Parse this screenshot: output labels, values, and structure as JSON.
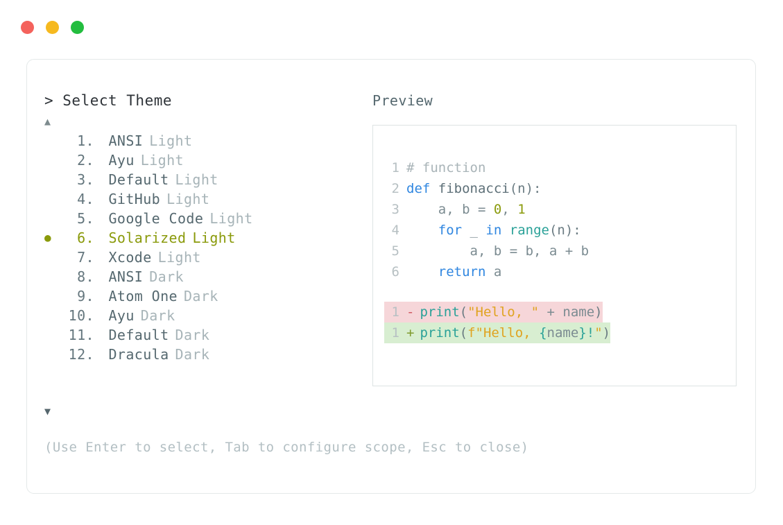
{
  "window": {
    "buttons": [
      {
        "name": "close",
        "color": "#f4625c"
      },
      {
        "name": "minimize",
        "color": "#f6b91f"
      },
      {
        "name": "maximize",
        "color": "#23bd3f"
      }
    ]
  },
  "picker": {
    "prompt": "> Select Theme",
    "scroll_up_glyph": "▲",
    "scroll_down_glyph": "▼",
    "selected_index": 6,
    "selected_bullet": "●",
    "accent_color": "#8a9a0b",
    "items": [
      {
        "number": "1.",
        "name": "ANSI",
        "variant": "Light",
        "selected": false
      },
      {
        "number": "2.",
        "name": "Ayu",
        "variant": "Light",
        "selected": false
      },
      {
        "number": "3.",
        "name": "Default",
        "variant": "Light",
        "selected": false
      },
      {
        "number": "4.",
        "name": "GitHub",
        "variant": "Light",
        "selected": false
      },
      {
        "number": "5.",
        "name": "Google Code",
        "variant": "Light",
        "selected": false
      },
      {
        "number": "6.",
        "name": "Solarized",
        "variant": "Light",
        "selected": true
      },
      {
        "number": "7.",
        "name": "Xcode",
        "variant": "Light",
        "selected": false
      },
      {
        "number": "8.",
        "name": "ANSI",
        "variant": "Dark",
        "selected": false
      },
      {
        "number": "9.",
        "name": "Atom One",
        "variant": "Dark",
        "selected": false
      },
      {
        "number": "10.",
        "name": "Ayu",
        "variant": "Dark",
        "selected": false
      },
      {
        "number": "11.",
        "name": "Default",
        "variant": "Dark",
        "selected": false
      },
      {
        "number": "12.",
        "name": "Dracula",
        "variant": "Dark",
        "selected": false
      }
    ]
  },
  "preview": {
    "label": "Preview",
    "code": [
      {
        "ln": "1",
        "tokens": [
          {
            "t": "# function",
            "c": "comment"
          }
        ]
      },
      {
        "ln": "2",
        "tokens": [
          {
            "t": "def ",
            "c": "kw"
          },
          {
            "t": "fibonacci",
            "c": "fn"
          },
          {
            "t": "(n):",
            "c": "punct"
          }
        ]
      },
      {
        "ln": "3",
        "tokens": [
          {
            "t": "    a, b = ",
            "c": "plain"
          },
          {
            "t": "0",
            "c": "num"
          },
          {
            "t": ", ",
            "c": "plain"
          },
          {
            "t": "1",
            "c": "num"
          }
        ]
      },
      {
        "ln": "4",
        "tokens": [
          {
            "t": "    ",
            "c": "plain"
          },
          {
            "t": "for",
            "c": "kw"
          },
          {
            "t": " _ ",
            "c": "plain"
          },
          {
            "t": "in",
            "c": "kw"
          },
          {
            "t": " ",
            "c": "plain"
          },
          {
            "t": "range",
            "c": "builtin"
          },
          {
            "t": "(n):",
            "c": "punct"
          }
        ]
      },
      {
        "ln": "5",
        "tokens": [
          {
            "t": "        a, b = b, a + b",
            "c": "plain"
          }
        ]
      },
      {
        "ln": "6",
        "tokens": [
          {
            "t": "    ",
            "c": "plain"
          },
          {
            "t": "return",
            "c": "kw"
          },
          {
            "t": " a",
            "c": "plain"
          }
        ]
      }
    ],
    "diff": [
      {
        "ln": "1",
        "sign": "-",
        "kind": "del",
        "bg": "#f6d6d9",
        "tokens": [
          {
            "t": "print",
            "c": "builtin"
          },
          {
            "t": "(",
            "c": "punct"
          },
          {
            "t": "\"Hello, \"",
            "c": "str"
          },
          {
            "t": " + name",
            "c": "plain"
          },
          {
            "t": ")",
            "c": "punct"
          }
        ]
      },
      {
        "ln": "1",
        "sign": "+",
        "kind": "add",
        "bg": "#d8eed1",
        "tokens": [
          {
            "t": "print",
            "c": "builtin"
          },
          {
            "t": "(",
            "c": "punct"
          },
          {
            "t": "f\"Hello, ",
            "c": "str"
          },
          {
            "t": "{",
            "c": "brace"
          },
          {
            "t": "name",
            "c": "plain"
          },
          {
            "t": "}",
            "c": "brace"
          },
          {
            "t": "!",
            "c": "brace"
          },
          {
            "t": "\"",
            "c": "str"
          },
          {
            "t": ")",
            "c": "punct"
          }
        ]
      }
    ]
  },
  "footer": {
    "hint": "(Use Enter to select, Tab to configure scope, Esc to close)"
  }
}
